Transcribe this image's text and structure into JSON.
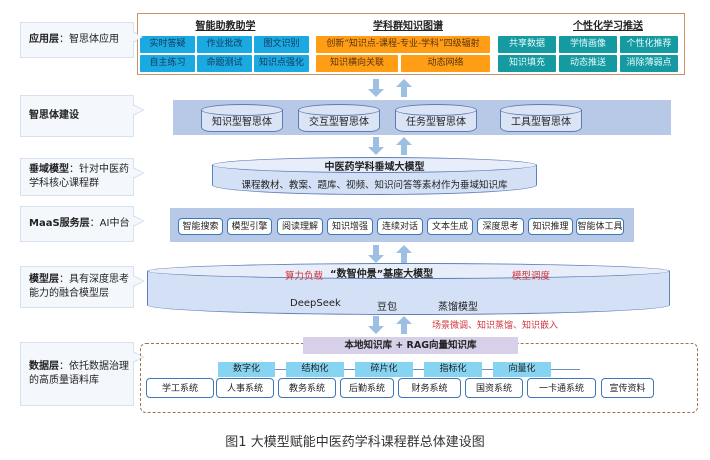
{
  "layers": {
    "application": {
      "title": "应用层",
      "desc": "：智思体应用"
    },
    "agent": {
      "title": "智思体建设",
      "desc": ""
    },
    "vertical": {
      "title": "垂域模型",
      "desc": "：针对中医药学科核心课程群"
    },
    "maas": {
      "title": "MaaS服务层",
      "desc": "：AI中台"
    },
    "model": {
      "title": "模型层",
      "desc": "：具有深度思考能力的融合模型层"
    },
    "data": {
      "title": "数据层",
      "desc": "：依托数据治理的高质量语料库"
    }
  },
  "application_groups": [
    {
      "title": "智能助教助学",
      "items": [
        "实时答疑",
        "作业批改",
        "图文识别",
        "自主练习",
        "命题测试",
        "知识点强化"
      ]
    },
    {
      "title": "学科群知识图谱",
      "items": [
        "创新“知识点-课程-专业-学科”四级辐射",
        "知识横向关联",
        "动态网络"
      ]
    },
    {
      "title": "个性化学习推送",
      "items": [
        "共享数据",
        "学情画像",
        "个性化推荐",
        "知识填充",
        "动态推送",
        "消除薄弱点"
      ]
    }
  ],
  "agents": [
    "知识型智思体",
    "交互型智思体",
    "任务型智思体",
    "工具型智思体"
  ],
  "vertical_model": {
    "title": "中医药学科垂域大模型",
    "desc": "课程教材、教案、题库、视频、知识问答等素材作为垂域知识库"
  },
  "maas_services": [
    "智能搜索",
    "模型引擎",
    "阅读理解",
    "知识增强",
    "连续对话",
    "文本生成",
    "深度思考",
    "知识推理",
    "智能体工具"
  ],
  "base_model": {
    "title": "“数智仲景”基座大模型",
    "left_note": "算力负载",
    "right_note": "模型调度",
    "models": [
      "DeepSeek",
      "豆包",
      "蒸馏模型"
    ],
    "tuning_note": "场景微调、知识蒸馏、知识嵌入"
  },
  "knowledge_base": "本地知识库 + RAG向量知识库",
  "processing_steps": [
    "数字化",
    "结构化",
    "碎片化",
    "指标化",
    "向量化"
  ],
  "source_systems": [
    "学工系统",
    "人事系统",
    "教务系统",
    "后勤系统",
    "财务系统",
    "国资系统",
    "一卡通系统",
    "宣传资料"
  ],
  "caption": "图1 大模型赋能中医药学科课程群总体建设图",
  "colors": {
    "blue": "#1aa9e1",
    "orange": "#ff9d14",
    "teal": "#149aa0",
    "band": "#b7c9e6",
    "red_note": "#d0333c"
  }
}
